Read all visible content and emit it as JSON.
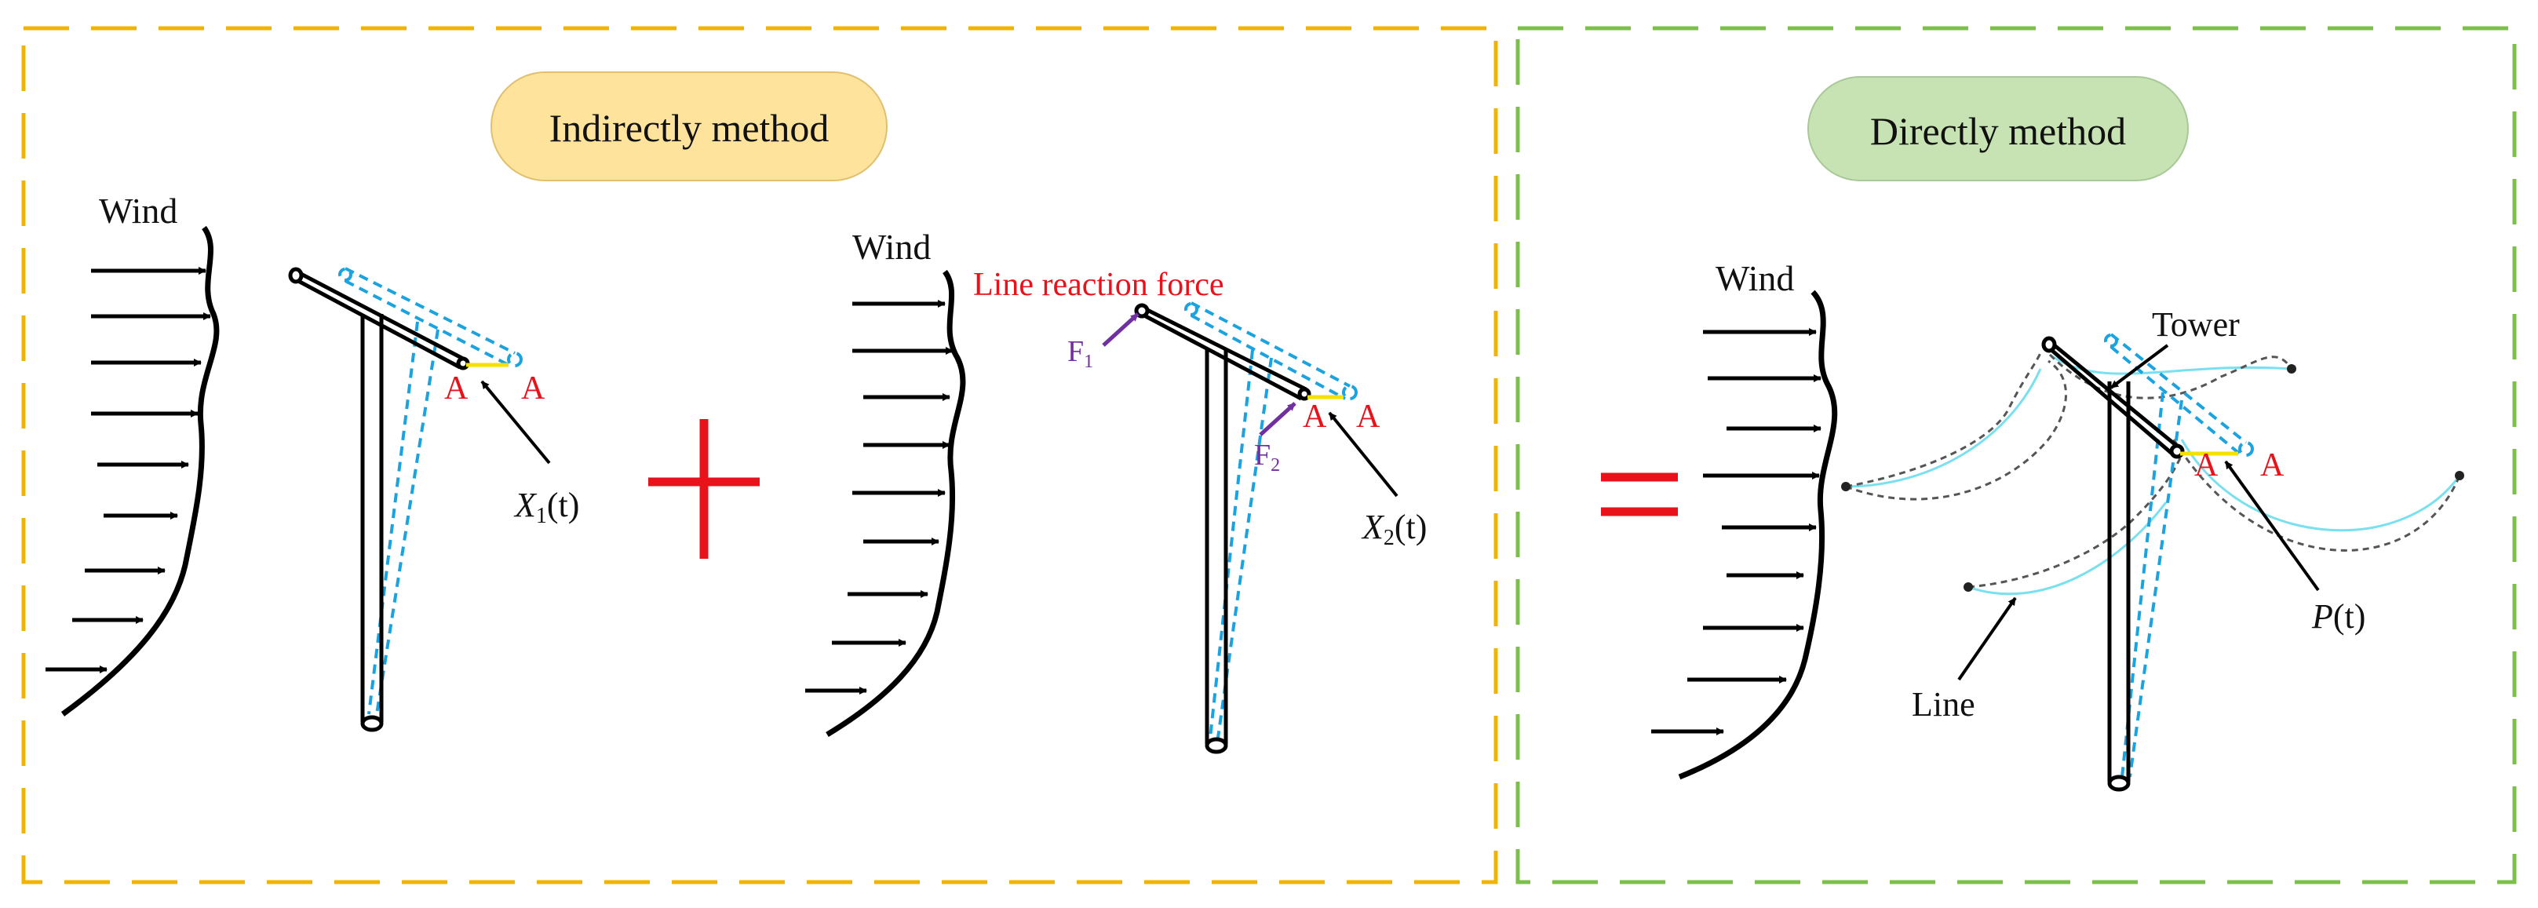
{
  "panels": {
    "indirect": {
      "title": "Indirectly method",
      "border_color": "#f0b400",
      "pill_color": "#fde39b"
    },
    "direct": {
      "title": "Directly method",
      "border_color": "#7cbf4b",
      "pill_color": "#c8e3b3"
    }
  },
  "labels": {
    "wind": "Wind",
    "point": "A",
    "line_reaction_force": "Line reaction force",
    "f1": "F",
    "f1_sub": "1",
    "f2": "F",
    "f2_sub": "2",
    "x1": "X",
    "x1_sub": "1",
    "x1_arg": "(t)",
    "x2": "X",
    "x2_sub": "2",
    "x2_arg": "(t)",
    "p": "P",
    "p_arg": "(t)",
    "tower": "Tower",
    "line": "Line"
  },
  "colors": {
    "operator": "#e8121b",
    "deformed": "#1ba3e0",
    "force": "#7030a0",
    "displacement": "#f5e000",
    "line_static": "#79e0f0",
    "line_dynamic": "#555555"
  }
}
